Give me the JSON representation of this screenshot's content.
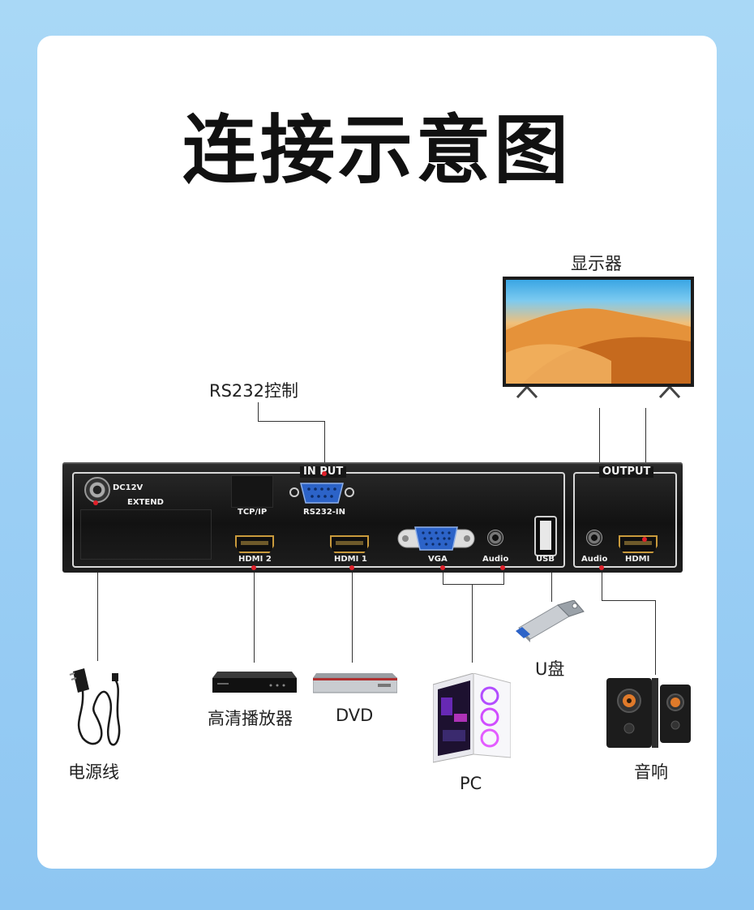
{
  "title": "连接示意图",
  "labels": {
    "display": "显示器",
    "rs232": "RS232控制",
    "usb_drive": "U盘",
    "power_adapter": "电源线",
    "hd_player": "高清播放器",
    "dvd": "DVD",
    "pc": "PC",
    "speakers": "音响"
  },
  "panel": {
    "input_caption": "IN PUT",
    "output_caption": "OUTPUT",
    "dc": "DC12V",
    "extend": "EXTEND",
    "tcpip": "TCP/IP",
    "rs232_in": "RS232-IN",
    "hdmi2": "HDMI 2",
    "hdmi1": "HDMI 1",
    "vga": "VGA",
    "audio_in": "Audio",
    "usb": "USB",
    "audio_out": "Audio",
    "hdmi_out": "HDMI"
  },
  "colors": {
    "background": "#8ec6f2",
    "card": "#ffffff",
    "marker": "#e0202a",
    "hdmi_gold": "#c99a3c",
    "vga_blue": "#2c63c8"
  }
}
